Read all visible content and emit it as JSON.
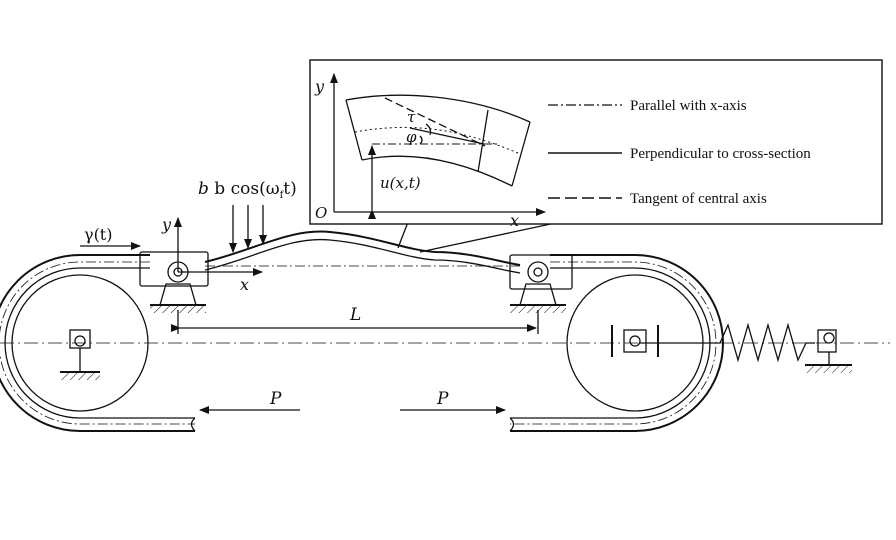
{
  "figure": {
    "labels": {
      "gamma": "γ(t)",
      "force": "b cos(ω",
      "force_sub": "f",
      "force_tail": "t)",
      "y_axis": "y",
      "x_axis": "x",
      "span": "L",
      "tension_left": "P",
      "tension_right": "P"
    },
    "inset": {
      "y_axis": "y",
      "x_axis": "x",
      "origin": "O",
      "displacement": "u(x,t)",
      "tau": "τ",
      "phi": "φ"
    },
    "legend": [
      {
        "style": "dash-dot",
        "text": "Parallel with x-axis"
      },
      {
        "style": "solid",
        "text": "Perpendicular to cross-section"
      },
      {
        "style": "dashed",
        "text": "Tangent of central axis"
      }
    ]
  }
}
